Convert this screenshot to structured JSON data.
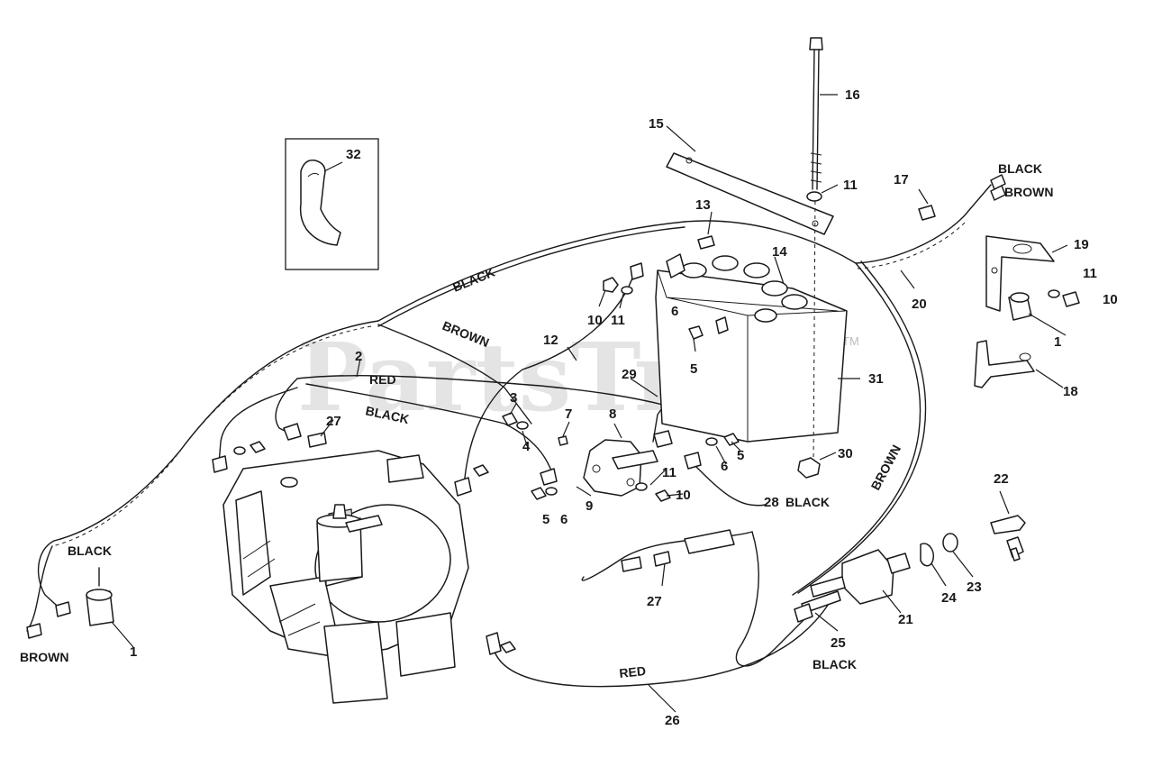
{
  "watermark": {
    "text": "PartsTree",
    "tm": "TM"
  },
  "wire_labels": {
    "black_top": "BLACK",
    "brown_mid": "BROWN",
    "red_mid": "RED",
    "black_mid": "BLACK",
    "black_left": "BLACK",
    "brown_left": "BROWN",
    "black_right": "BLACK",
    "brown_right": "BROWN",
    "brown_diag": "BROWN",
    "black_28": "BLACK",
    "black_25": "BLACK",
    "red_26": "RED"
  },
  "callouts": {
    "c1a": "1",
    "c1b": "1",
    "c2": "2",
    "c3": "3",
    "c4": "4",
    "c5a": "5",
    "c5b": "5",
    "c5c": "5",
    "c6a": "6",
    "c6b": "6",
    "c6c": "6",
    "c7": "7",
    "c8": "8",
    "c9": "9",
    "c10a": "10",
    "c10b": "10",
    "c10c": "10",
    "c11a": "11",
    "c11b": "11",
    "c11c": "11",
    "c11d": "11",
    "c12": "12",
    "c13": "13",
    "c14": "14",
    "c15": "15",
    "c16": "16",
    "c17": "17",
    "c18": "18",
    "c19": "19",
    "c20": "20",
    "c21": "21",
    "c22": "22",
    "c23": "23",
    "c24": "24",
    "c25": "25",
    "c26": "26",
    "c27a": "27",
    "c27b": "27",
    "c28": "28",
    "c29": "29",
    "c30": "30",
    "c31": "31",
    "c32": "32"
  }
}
